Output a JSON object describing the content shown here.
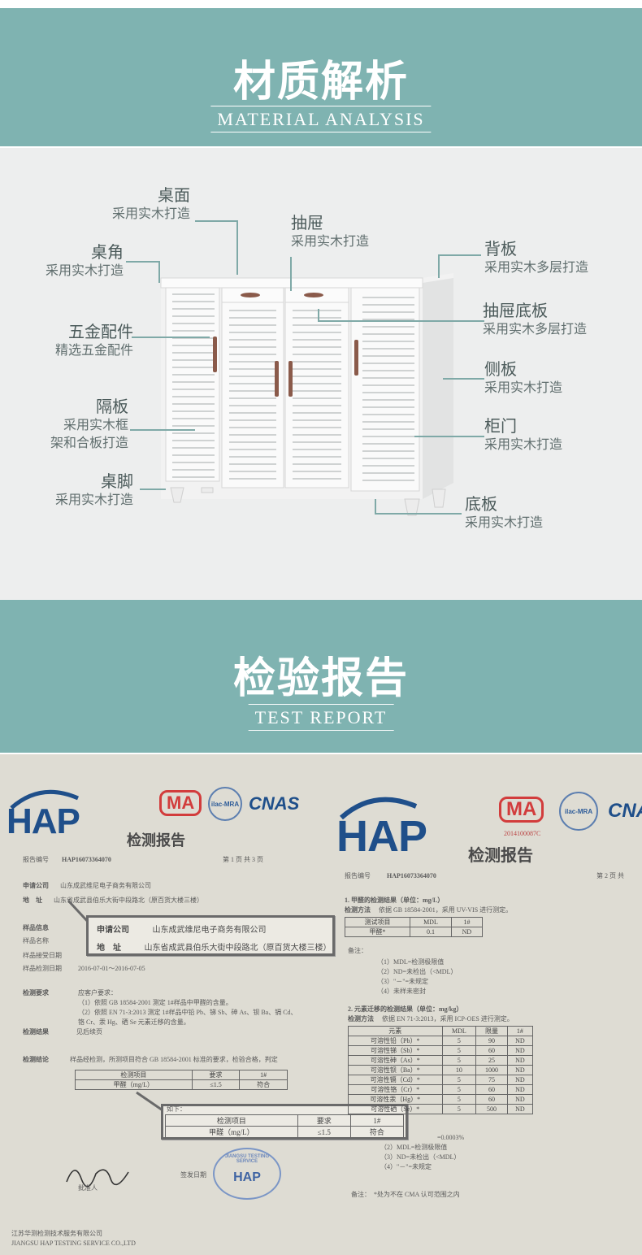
{
  "material_banner": {
    "title": "材质解析",
    "subtitle": "MATERIAL ANALYSIS"
  },
  "parts": {
    "tabletop": {
      "title": "桌面",
      "desc": "采用实木打造"
    },
    "corner": {
      "title": "桌角",
      "desc": "采用实木打造"
    },
    "drawer": {
      "title": "抽屉",
      "desc": "采用实木打造"
    },
    "back": {
      "title": "背板",
      "desc": "采用实木多层打造"
    },
    "drawer_bottom": {
      "title": "抽屉底板",
      "desc": "采用实木多层打造"
    },
    "hardware": {
      "title": "五金配件",
      "desc": "精选五金配件"
    },
    "side": {
      "title": "侧板",
      "desc": "采用实木打造"
    },
    "shelf": {
      "title": "隔板",
      "desc1": "采用实木框",
      "desc2": "架和合板打造"
    },
    "door": {
      "title": "柜门",
      "desc": "采用实木打造"
    },
    "foot": {
      "title": "桌脚",
      "desc": "采用实木打造"
    },
    "bottom": {
      "title": "底板",
      "desc": "采用实木打造"
    }
  },
  "report_banner": {
    "title": "检验报告",
    "subtitle": "TEST REPORT"
  },
  "report_left": {
    "logo": "HAP",
    "cma": "MA",
    "cnas": "CNAS",
    "title": "检测报告",
    "report_no_label": "报告编号",
    "report_no": "HAP16073364070",
    "page": "第 1 页  共 3 页",
    "applicant_label": "申请公司",
    "applicant": "山东成武维尼电子商务有限公司",
    "address_label": "地　址",
    "address": "山东省成武县伯乐大街中段路北（原百货大楼三楼）",
    "sample_info": "样品信息",
    "sample_name": "样品名称",
    "received": "样品接受日期",
    "test_date": "样品检测日期",
    "test_date_value": "2016-07-01～2016-07-05",
    "req_label": "检测要求",
    "req_lines": [
      "应客户要求：",
      "（1）依照 GB 18584-2001 测定 1#样品中甲醛的含量。",
      "（2）依照 EN 71-3:2013 测定 1#样品中铅 Pb、锑 Sb、砷 As、钡 Ba、镉 Cd、",
      "铬 Cr、汞 Hg、硒 Se 元素迁移的含量。"
    ],
    "result_label": "检测结果",
    "result_value": "见后续页",
    "conclusion_label": "检测结论",
    "conclusion_text": "样品经检测，所测项目符合 GB 18584-2001 标准的要求，检验合格，判定",
    "conclusion_text2": "如下：",
    "table_headers": [
      "检测项目",
      "要求",
      "1#"
    ],
    "table_row": [
      "甲醛（mg/L）",
      "≤1.5",
      "符合"
    ],
    "approver": "批准人",
    "date_issued": "签发日期",
    "footer1": "江苏华测检测技术服务有限公司",
    "footer2": "JIANGSU HAP TESTING SERVICE CO.,LTD",
    "box_applicant": "山东成武维尼电子商务有限公司",
    "box_address": "山东省成武县伯乐大街中段路北（原百货大楼三楼）",
    "box_table_headers": [
      "检测项目",
      "要求",
      "1#"
    ],
    "box_table_row": [
      "甲醛（mg/L）",
      "≤1.5",
      "符合"
    ],
    "box_conclusion_label": "如下：",
    "seal_text": "HAP",
    "seal_ring": "JIANGSU TESTING SERVICE"
  },
  "report_right": {
    "logo": "HAP",
    "cma": "MA",
    "cma_no": "2014100087C",
    "cnas": "CNA",
    "title": "检测报告",
    "report_no_label": "报告编号",
    "report_no": "HAP16073364070",
    "page": "第 2 页  共",
    "sec1_title": "1. 甲醛的检测结果（单位：mg/L）",
    "sec1_method_label": "检测方法",
    "sec1_method": "依据 GB 18584-2001，采用 UV-VIS 进行测定。",
    "sec1_headers": [
      "测试项目",
      "MDL",
      "1#"
    ],
    "sec1_row": [
      "甲醛*",
      "0.1",
      "ND"
    ],
    "notes_label": "备注：",
    "notes": [
      "（1）MDL=检测极限值",
      "（2）ND=未检出（<MDL）",
      "（3）\"－\"=未规定",
      "（4）未样未密封"
    ],
    "sec2_title": "2. 元素迁移的检测结果（单位：mg/kg）",
    "sec2_method_label": "检测方法",
    "sec2_method": "依据 EN 71-3:2013，采用 ICP-OES 进行测定。",
    "sec2_headers": [
      "元素",
      "MDL",
      "限量",
      "1#"
    ],
    "sec2_rows": [
      [
        "可溶性铅（Pb）*",
        "5",
        "90",
        "ND"
      ],
      [
        "可溶性锑（Sb）*",
        "5",
        "60",
        "ND"
      ],
      [
        "可溶性砷（As）*",
        "5",
        "25",
        "ND"
      ],
      [
        "可溶性钡（Ba）*",
        "10",
        "1000",
        "ND"
      ],
      [
        "可溶性镉（Cd）*",
        "5",
        "75",
        "ND"
      ],
      [
        "可溶性铬（Cr）*",
        "5",
        "60",
        "ND"
      ],
      [
        "可溶性汞（Hg）*",
        "5",
        "60",
        "ND"
      ],
      [
        "可溶性硒（Se）*",
        "5",
        "500",
        "ND"
      ]
    ],
    "notes2": [
      "=0.0003%",
      "（2）MDL=检测极限值",
      "（3）ND=未检出（<MDL）",
      "（4）\"－\"=未规定"
    ],
    "remark": "备注：　*处为不在 CMA 认可范围之内"
  },
  "colors": {
    "banner": "#7fb3b1",
    "analysis_bg": "#edeeee",
    "report_bg": "#dedcd3"
  },
  "icons": [
    "cabinet-image",
    "hap-logo",
    "cma-logo",
    "ilac-mra-seal",
    "cnas-logo",
    "hap-stamp-seal",
    "signature"
  ]
}
